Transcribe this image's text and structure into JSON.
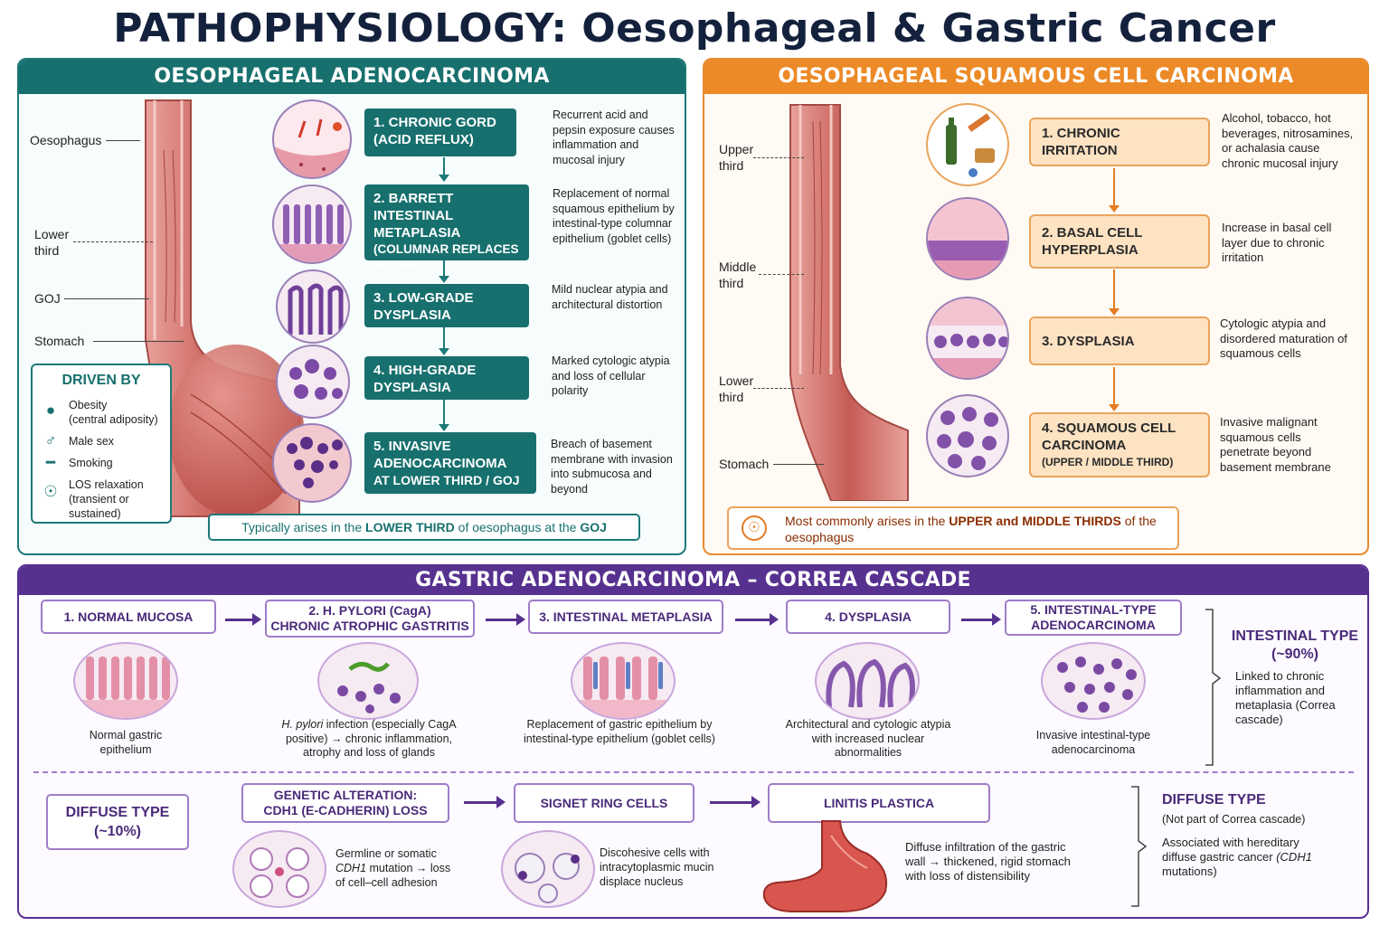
{
  "title": "PATHOPHYSIOLOGY: Oesophageal & Gastric Cancer",
  "adeno": {
    "header": "OESOPHAGEAL ADENOCARCINOMA",
    "labels": {
      "oesophagus": "Oesophagus",
      "lower_third": "Lower third",
      "goj": "GOJ",
      "stomach": "Stomach"
    },
    "steps": [
      {
        "title": "1. CHRONIC GORD (ACID REFLUX)",
        "desc": "Recurrent acid and pepsin exposure causes inflammation and mucosal injury"
      },
      {
        "title": "2. BARRETT INTESTINAL METAPLASIA",
        "sub": "(COLUMNAR REPLACES SQUAMOUS)",
        "desc": "Replacement of normal squamous epithelium by intestinal-type columnar epithelium (goblet cells)"
      },
      {
        "title": "3. LOW-GRADE DYSPLASIA",
        "desc": "Mild nuclear atypia and architectural distortion"
      },
      {
        "title": "4. HIGH-GRADE DYSPLASIA",
        "desc": "Marked cytologic atypia and loss of cellular polarity"
      },
      {
        "title": "5. INVASIVE ADENOCARCINOMA",
        "sub": "AT LOWER THIRD / GOJ",
        "desc": "Breach of basement membrane with invasion into submucosa and beyond"
      }
    ],
    "driven_by": {
      "title": "DRIVEN BY",
      "items": [
        {
          "label": "Obesity",
          "sub": "(central adiposity)",
          "icon": "person-icon"
        },
        {
          "label": "Male sex",
          "icon": "male-icon"
        },
        {
          "label": "Smoking",
          "icon": "cigarette-icon"
        },
        {
          "label": "LOS relaxation",
          "sub": "(transient or sustained)",
          "icon": "sphincter-icon"
        }
      ]
    },
    "note_pre": "Typically arises in the ",
    "note_strong1": "LOWER THIRD",
    "note_mid": " of oesophagus at the ",
    "note_strong2": "GOJ"
  },
  "scc": {
    "header": "OESOPHAGEAL SQUAMOUS CELL CARCINOMA",
    "labels": {
      "upper_third": "Upper third",
      "middle_third": "Middle third",
      "lower_third": "Lower third",
      "stomach": "Stomach"
    },
    "steps": [
      {
        "title": "1. CHRONIC IRRITATION",
        "desc": "Alcohol, tobacco, hot beverages, nitrosamines, or achalasia cause chronic mucosal injury"
      },
      {
        "title": "2. BASAL CELL HYPERPLASIA",
        "desc": "Increase in basal cell layer due to chronic irritation"
      },
      {
        "title": "3. DYSPLASIA",
        "desc": "Cytologic atypia and disordered maturation of squamous cells"
      },
      {
        "title": "4. SQUAMOUS CELL CARCINOMA",
        "sub": "(UPPER / MIDDLE THIRD)",
        "desc": "Invasive malignant squamous cells penetrate beyond basement membrane"
      }
    ],
    "note_pre": "Most commonly arises in the ",
    "note_strong": "UPPER and MIDDLE THIRDS",
    "note_post": " of the oesophagus"
  },
  "gastric": {
    "header": "GASTRIC ADENOCARCINOMA – CORREA CASCADE",
    "steps": [
      {
        "title": "1. NORMAL MUCOSA",
        "desc": "Normal gastric epithelium"
      },
      {
        "title": "2. H. PYLORI (CagA)",
        "sub": "CHRONIC ATROPHIC GASTRITIS",
        "desc_em": "H. pylori",
        "desc": " infection (especially CagA positive) → chronic inflammation, atrophy and loss of glands"
      },
      {
        "title": "3. INTESTINAL METAPLASIA",
        "desc": "Replacement of gastric epithelium by intestinal-type epithelium (goblet cells)"
      },
      {
        "title": "4. DYSPLASIA",
        "desc": "Architectural and cytologic atypia with increased nuclear abnormalities"
      },
      {
        "title": "5. INTESTINAL-TYPE",
        "sub": "ADENOCARCINOMA",
        "desc": "Invasive intestinal-type adenocarcinoma"
      }
    ],
    "intestinal": {
      "title": "INTESTINAL TYPE",
      "pct": "(~90%)",
      "desc": "Linked to chronic inflammation and metaplasia (Correa cascade)"
    },
    "diffuse_box": {
      "title": "DIFFUSE TYPE",
      "pct": "(~10%)"
    },
    "diffuse_steps": [
      {
        "title": "GENETIC ALTERATION:",
        "sub": "CDH1 (E-CADHERIN) LOSS",
        "desc_pre": "Germline or somatic ",
        "desc_em": "CDH1",
        "desc": " mutation → loss of cell–cell adhesion"
      },
      {
        "title": "SIGNET RING CELLS",
        "desc": "Discohesive cells with intracytoplasmic mucin displace nucleus"
      },
      {
        "title": "LINITIS PLASTICA",
        "desc": "Diffuse infiltration of the gastric wall → thickened, rigid stomach with loss of distensibility"
      }
    ],
    "diffuse_side": {
      "title": "DIFFUSE TYPE",
      "sub": "(Not part of Correa cascade)",
      "desc_pre": "Associated with hereditary diffuse gastric cancer ",
      "desc_em": "(CDH1",
      "desc_post": " mutations)"
    }
  }
}
